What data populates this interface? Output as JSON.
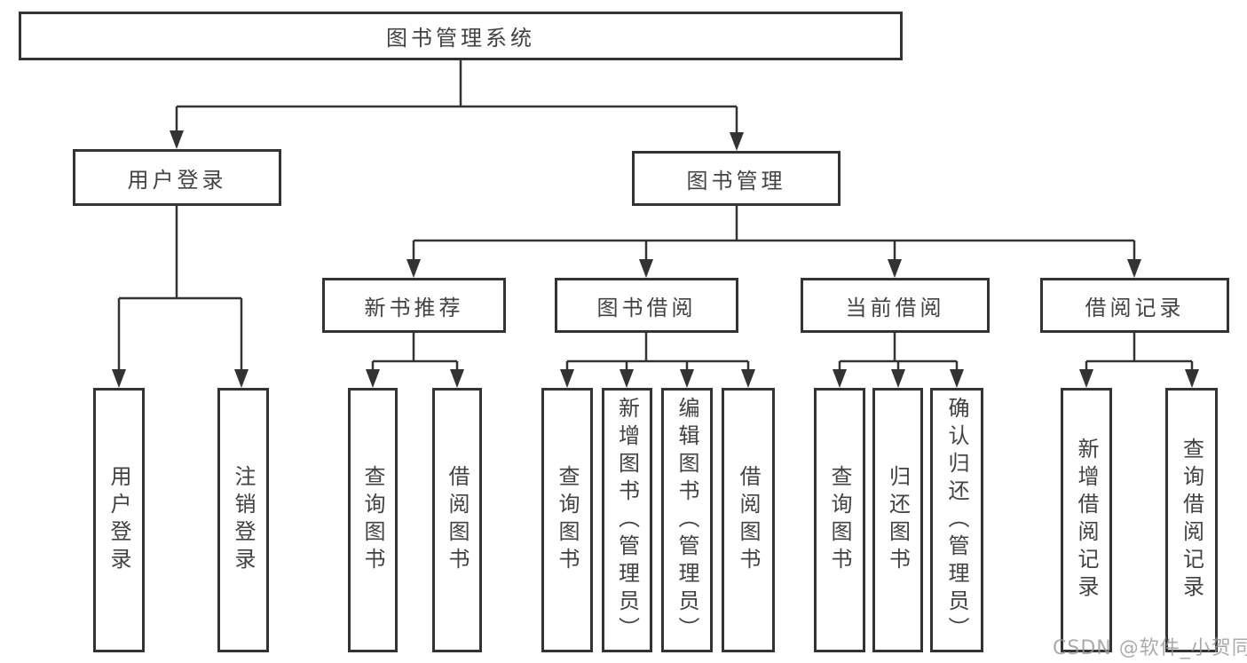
{
  "tree": {
    "root": "图书管理系统",
    "login": {
      "label": "用户登录",
      "children": [
        "用户登录",
        "注销登录"
      ]
    },
    "management": {
      "label": "图书管理",
      "groups": [
        {
          "label": "新书推荐",
          "children": [
            "查询图书",
            "借阅图书"
          ]
        },
        {
          "label": "图书借阅",
          "children": [
            "查询图书",
            "新增图书（管理员）",
            "编辑图书（管理员）",
            "借阅图书"
          ]
        },
        {
          "label": "当前借阅",
          "children": [
            "查询图书",
            "归还图书",
            "确认归还（管理员）"
          ]
        },
        {
          "label": "借阅记录",
          "children": [
            "新增借阅记录",
            "查询借阅记录"
          ]
        }
      ]
    }
  },
  "watermark": "CSDN @软件_小贺同学",
  "colors": {
    "line": "#333333",
    "box_border": "#333333",
    "box_fill": "#ffffff",
    "text": "#424242",
    "watermark": "#969696",
    "background": "#ffffff"
  }
}
